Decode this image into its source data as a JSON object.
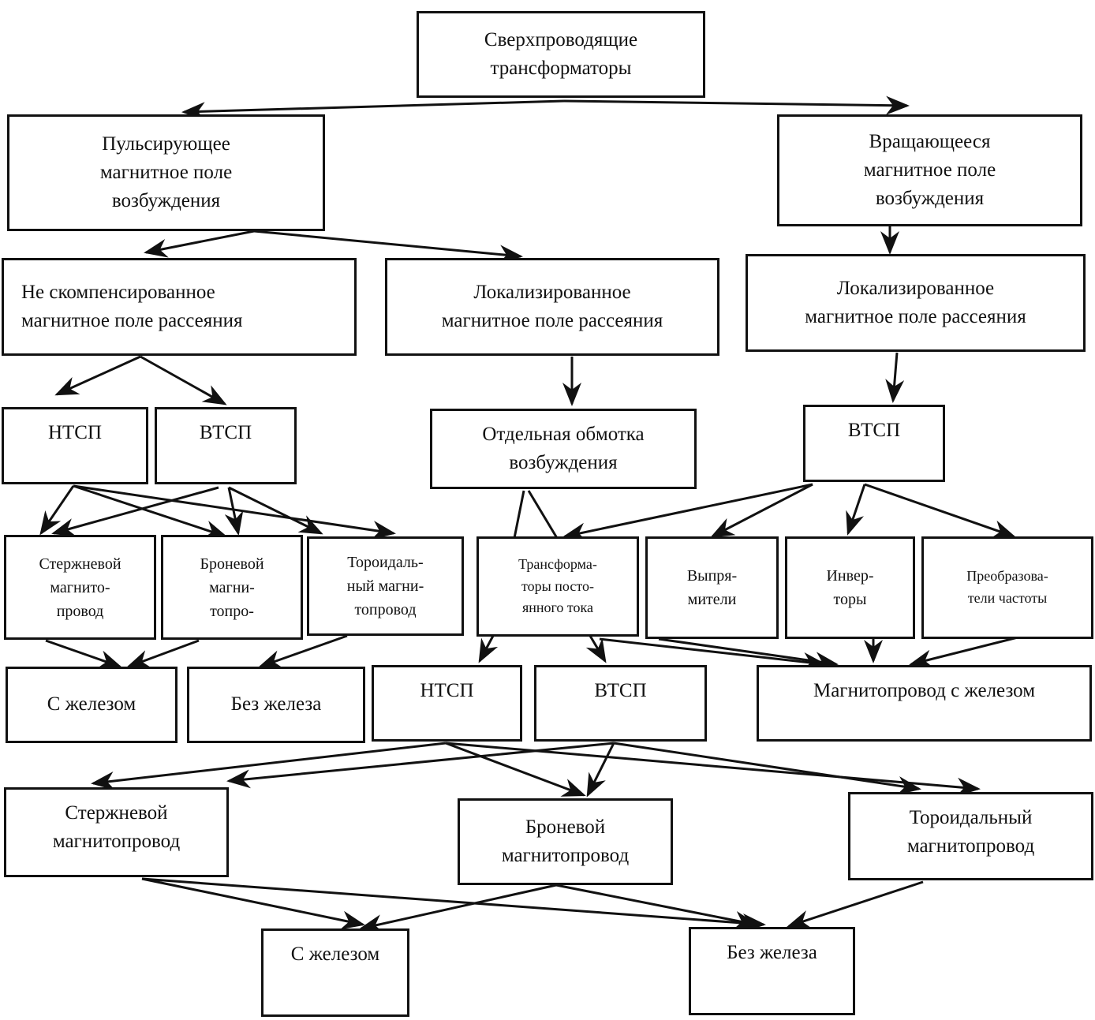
{
  "colors": {
    "line": "#111111",
    "background": "#ffffff"
  },
  "nodes": {
    "root": "Сверхпроводящие\nтрансформаторы",
    "pulsating": "Пульсирующее\nмагнитное поле\nвозбуждения",
    "rotating": "Вращающееся\nмагнитное поле\nвозбуждения",
    "uncompensated": "Не скомпенсированное\nмагнитное поле рассеяния",
    "localized_a": "Локализированное\nмагнитное поле рассеяния",
    "localized_b": "Локализированное\nмагнитное поле рассеяния",
    "ntsp_a": "НТСП",
    "vtsp_a": "ВТСП",
    "separate_winding": "Отдельная обмотка\nвозбуждения",
    "vtsp_b": "ВТСП",
    "rod_core_a": "Стержневой\nмагнито-\nпровод",
    "armor_core_a": "Броневой\nмагни-\nтопро-",
    "toroid_core_a": "Тороидаль-\nный магни-\nтопровод",
    "dc_transformers": "Трансформа-\nторы посто-\nянного тока",
    "rectifiers": "Выпря-\nмители",
    "inverters": "Инвер-\nторы",
    "freq_converters": "Преобразова-\nтели частоты",
    "with_iron_a": "С железом",
    "without_iron_a": "Без железа",
    "ntsp_b": "НТСП",
    "vtsp_c": "ВТСП",
    "core_with_iron": "Магнитопровод с железом",
    "rod_core_b": "Стержневой\nмагнитопровод",
    "armor_core_b": "Броневой\nмагнитопровод",
    "toroid_core_b": "Тороидальный\nмагнитопровод",
    "with_iron_b": "С железом",
    "without_iron_b": "Без железа"
  }
}
